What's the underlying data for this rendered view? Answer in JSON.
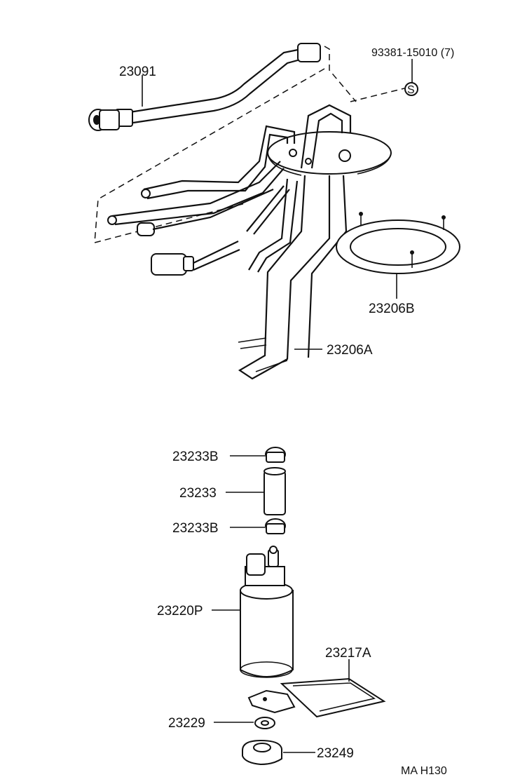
{
  "diagram": {
    "labels": {
      "p23091": "23091",
      "p93381": "93381-15010 (7)",
      "symbol_s": "S",
      "p23206B": "23206B",
      "p23206A": "23206A",
      "p23233B_top": "23233B",
      "p23233": "23233",
      "p23233B_bottom": "23233B",
      "p23220P": "23220P",
      "p23217A": "23217A",
      "p23229": "23229",
      "p23249": "23249",
      "code": "MA H130"
    }
  }
}
